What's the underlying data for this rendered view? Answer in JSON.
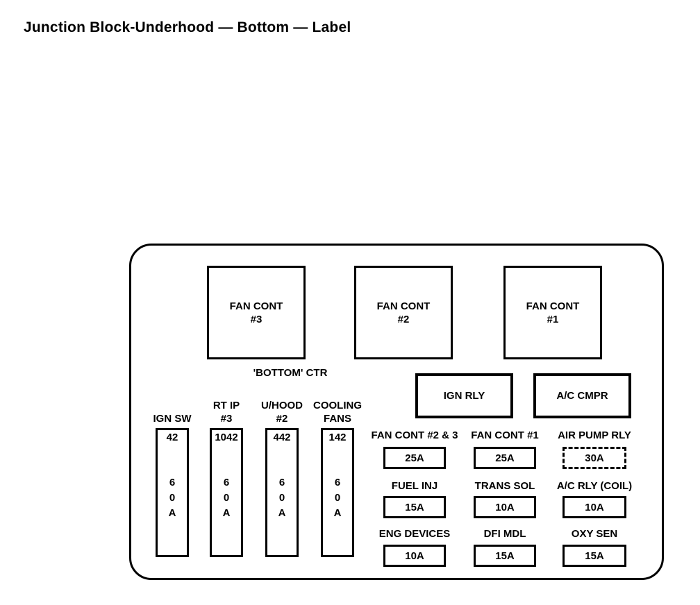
{
  "page": {
    "title": "Junction Block-Underhood — Bottom — Label"
  },
  "colors": {
    "line": "#000000",
    "background": "#ffffff"
  },
  "junction_block": {
    "top_relays": [
      {
        "name": "FAN CONT",
        "number": "#3"
      },
      {
        "name": "FAN CONT",
        "number": "#2"
      },
      {
        "name": "FAN CONT",
        "number": "#1"
      }
    ],
    "center_label": "'BOTTOM'  CTR",
    "mid_relays": [
      {
        "label": "IGN RLY"
      },
      {
        "label": "A/C CMPR"
      }
    ],
    "maxi_fuses": [
      {
        "line1": "",
        "line2": "IGN SW",
        "number": "42",
        "amps": "60A"
      },
      {
        "line1": "RT IP",
        "line2": "#3",
        "number": "1042",
        "amps": "60A"
      },
      {
        "line1": "U/HOOD",
        "line2": "#2",
        "number": "442",
        "amps": "60A"
      },
      {
        "line1": "COOLING",
        "line2": "FANS",
        "number": "142",
        "amps": "60A"
      }
    ],
    "mini_fuses": [
      {
        "name": "FAN CONT #2 & 3",
        "amps": "25A",
        "style": "solid"
      },
      {
        "name": "FAN CONT #1",
        "amps": "25A",
        "style": "solid"
      },
      {
        "name": "AIR PUMP RLY",
        "amps": "30A",
        "style": "dashed"
      },
      {
        "name": "FUEL INJ",
        "amps": "15A",
        "style": "solid"
      },
      {
        "name": "TRANS SOL",
        "amps": "10A",
        "style": "solid"
      },
      {
        "name": "A/C RLY (COIL)",
        "amps": "10A",
        "style": "solid"
      },
      {
        "name": "ENG DEVICES",
        "amps": "10A",
        "style": "solid"
      },
      {
        "name": "DFI MDL",
        "amps": "15A",
        "style": "solid"
      },
      {
        "name": "OXY SEN",
        "amps": "15A",
        "style": "solid"
      }
    ]
  }
}
